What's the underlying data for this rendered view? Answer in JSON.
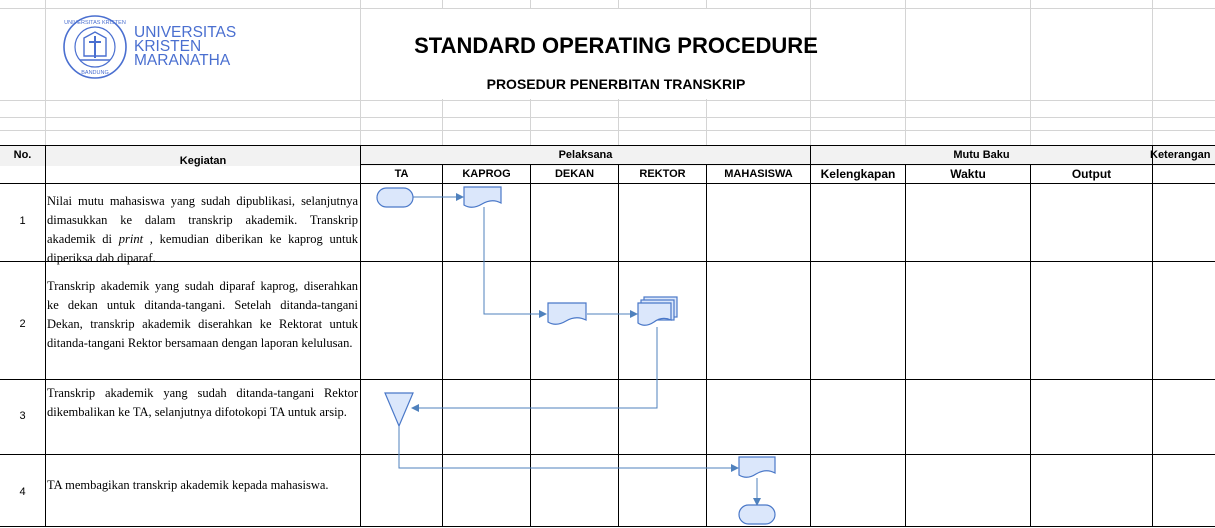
{
  "logo": {
    "line1": "UNIVERSITAS",
    "line2": "KRISTEN",
    "line3": "MARANATHA",
    "seal_text": "UNIVERSITAS KRISTEN MARANATHA BANDUNG"
  },
  "title": "STANDARD OPERATING PROCEDURE",
  "subtitle": "PROSEDUR PENERBITAN TRANSKRIP",
  "table": {
    "col_no": "No.",
    "col_kegiatan": "Kegiatan",
    "col_pelaksana": "Pelaksana",
    "col_mutu": "Mutu Baku",
    "col_keterangan": "Keterangan",
    "pelaksana": [
      "TA",
      "KAPROG",
      "DEKAN",
      "REKTOR",
      "MAHASISWA"
    ],
    "mutu": [
      "Kelengkapan",
      "Waktu",
      "Output"
    ],
    "rows": [
      {
        "no": "1",
        "text": "Nilai mutu mahasiswa yang sudah dipublikasi, selanjutnya dimasukkan ke dalam transkrip akademik. Transkrip akademik di print , kemudian diberikan ke kaprog untuk diperiksa dab diparaf."
      },
      {
        "no": "2",
        "text": "Transkrip akademik yang sudah diparaf kaprog, diserahkan ke dekan untuk ditanda-tangani. Setelah ditanda-tangani Dekan, transkrip akademik diserahkan ke Rektorat untuk ditanda-tangani Rektor bersamaan dengan laporan kelulusan."
      },
      {
        "no": "3",
        "text": "Transkrip akademik yang sudah ditanda-tangani Rektor dikembalikan ke TA, selanjutnya difotokopi TA untuk arsip."
      },
      {
        "no": "4",
        "text": "TA membagikan transkrip akademik kepada mahasiswa."
      }
    ]
  },
  "colors": {
    "shape_fill": "#dbe7fb",
    "shape_stroke": "#4a78c8",
    "line": "#4f81bd"
  }
}
